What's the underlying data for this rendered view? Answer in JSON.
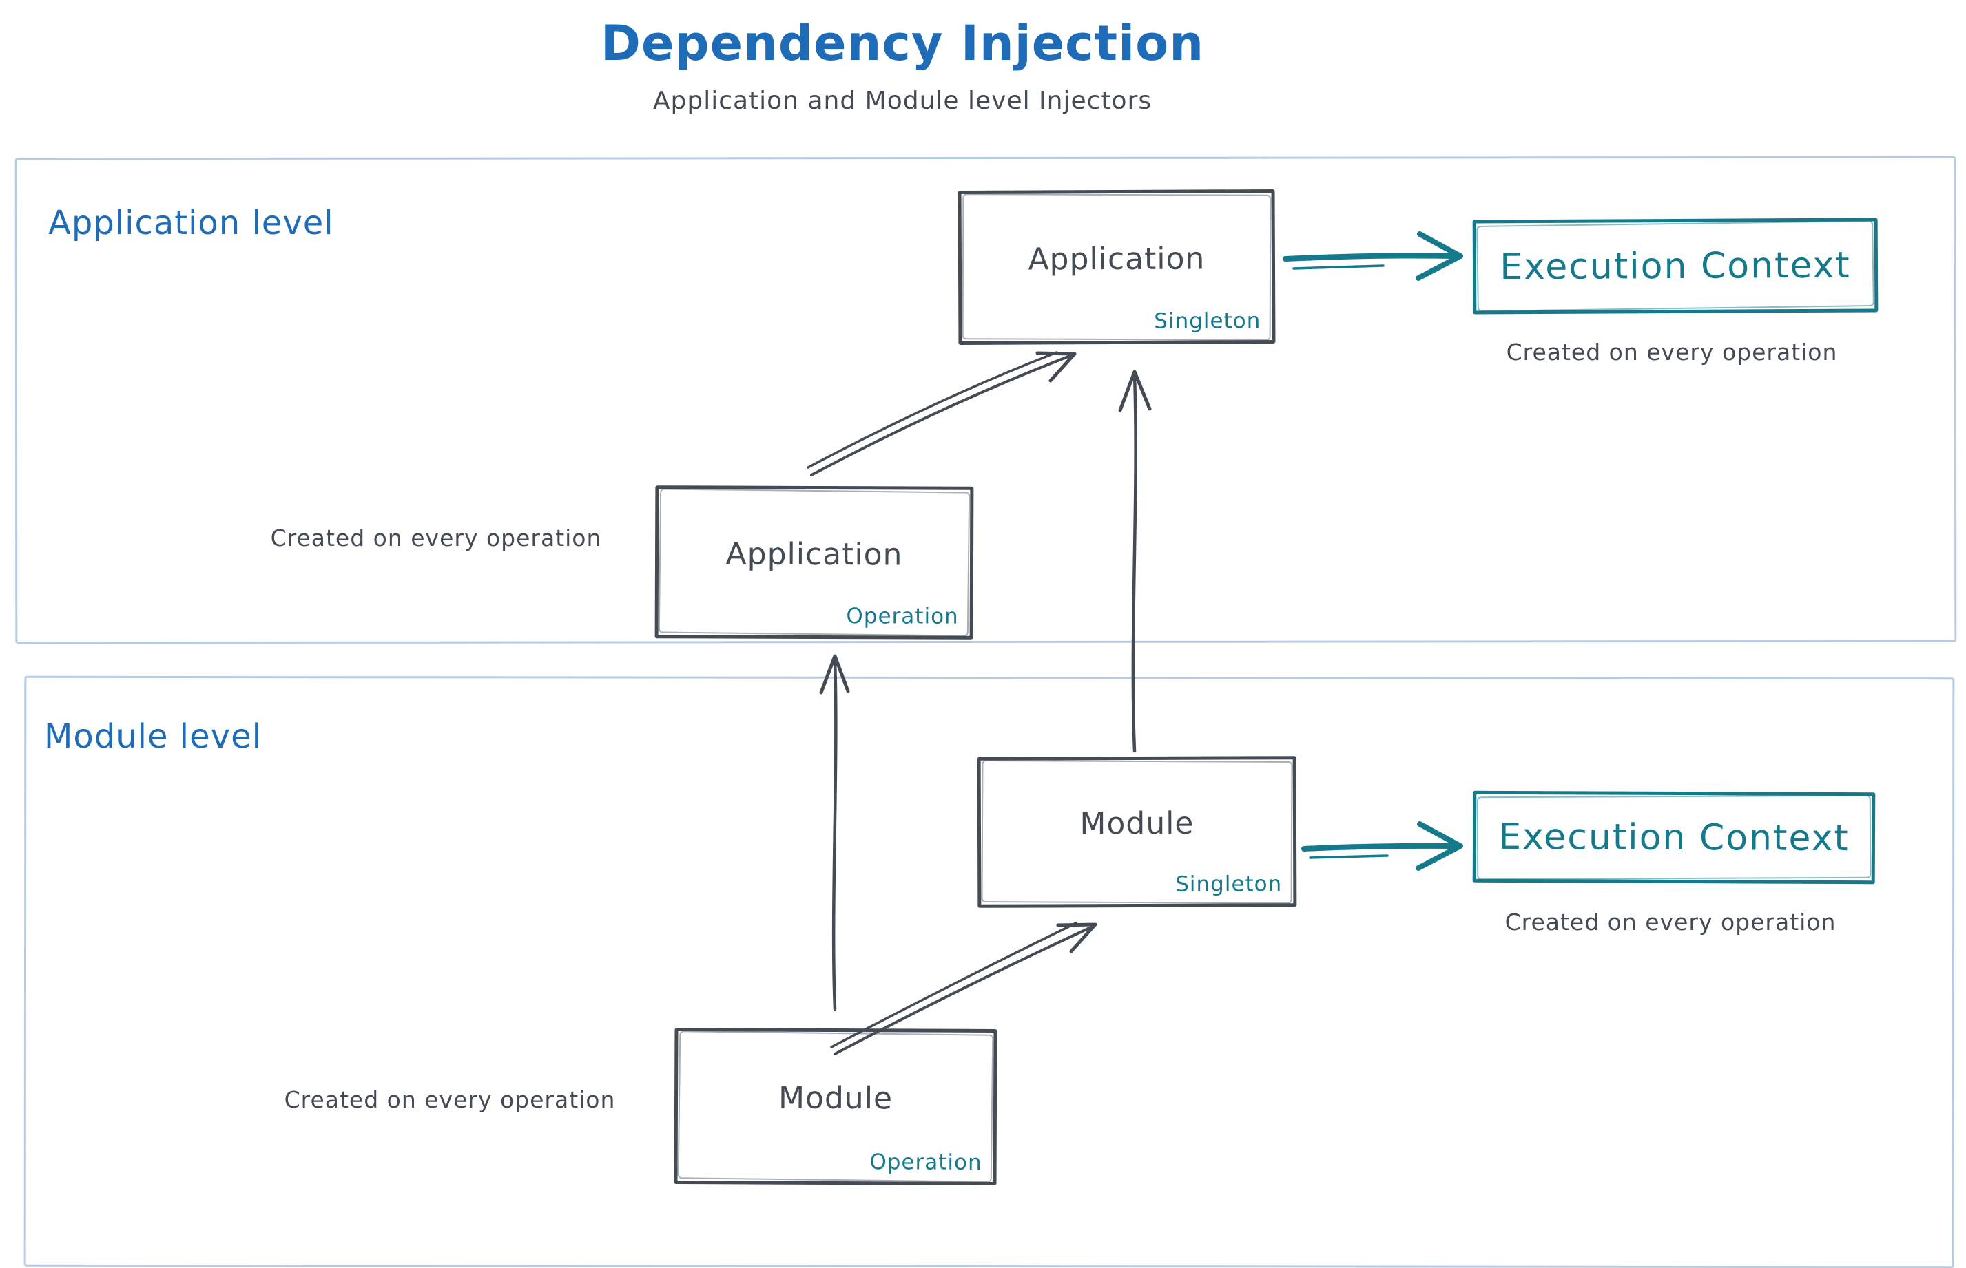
{
  "title": "Dependency Injection",
  "subtitle": "Application and Module level Injectors",
  "colors": {
    "title_blue": "#1e6cb8",
    "ink": "#454b54",
    "teal": "#15798c",
    "container_border": "#b6cce6",
    "background": "#ffffff"
  },
  "levels": [
    {
      "label": "Application level",
      "singleton_node": {
        "title": "Application",
        "badge": "Singleton"
      },
      "operation_node": {
        "title": "Application",
        "badge": "Operation"
      },
      "operation_caption": "Created on every operation",
      "execution_context": {
        "label": "Execution Context",
        "caption": "Created on every operation"
      }
    },
    {
      "label": "Module level",
      "singleton_node": {
        "title": "Module",
        "badge": "Singleton"
      },
      "operation_node": {
        "title": "Module",
        "badge": "Operation"
      },
      "operation_caption": "Created on every operation",
      "execution_context": {
        "label": "Execution Context",
        "caption": "Created on every operation"
      }
    }
  ]
}
